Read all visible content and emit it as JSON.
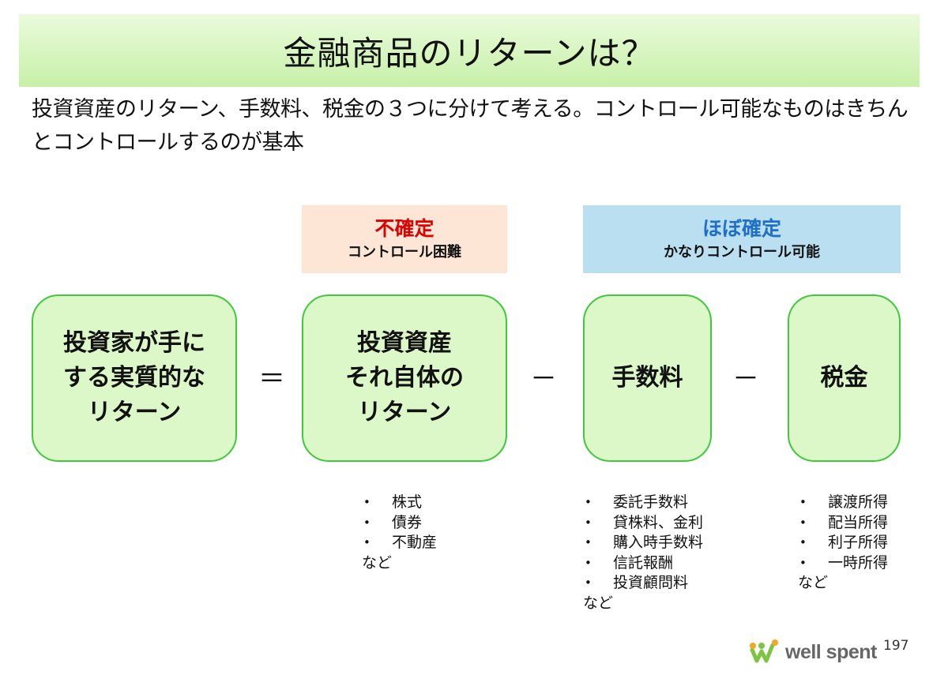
{
  "title": "金融商品のリターンは？",
  "subtitle": "投資資産のリターン、手数料、税金の３つに分けて考える。コントロール可能なものはきちんとコントロールするのが基本",
  "headers": {
    "uncertain": {
      "main": "不確定",
      "sub": "コントロール困難",
      "color": "#e00000",
      "bg": "#fde6d6"
    },
    "certain": {
      "main": "ほぼ確定",
      "sub": "かなりコントロール可能",
      "color": "#1f6fc8",
      "bg": "#b9dff0"
    }
  },
  "boxes": {
    "investor_return": "投資家が手に\nする実質的な\nリターン",
    "asset_return": "投資資産\nそれ自体の\nリターン",
    "fees": "手数料",
    "taxes": "税金"
  },
  "operators": {
    "equals": "＝",
    "minus1": "－",
    "minus2": "－"
  },
  "lists": {
    "asset": {
      "items": [
        "株式",
        "債券",
        "不動産"
      ],
      "etc": "など"
    },
    "fees": {
      "items": [
        "委託手数料",
        "貸株料、金利",
        "購入時手数料",
        "信託報酬",
        "投資顧問料"
      ],
      "etc": "など"
    },
    "taxes": {
      "items": [
        "譲渡所得",
        "配当所得",
        "利子所得",
        "一時所得"
      ],
      "etc": "など"
    }
  },
  "logo": {
    "text": "well spent"
  },
  "page_number": "197",
  "colors": {
    "box_fill": "#dcf7c8",
    "box_border": "#3fc93b",
    "title_bg": "#d4f4bb"
  }
}
